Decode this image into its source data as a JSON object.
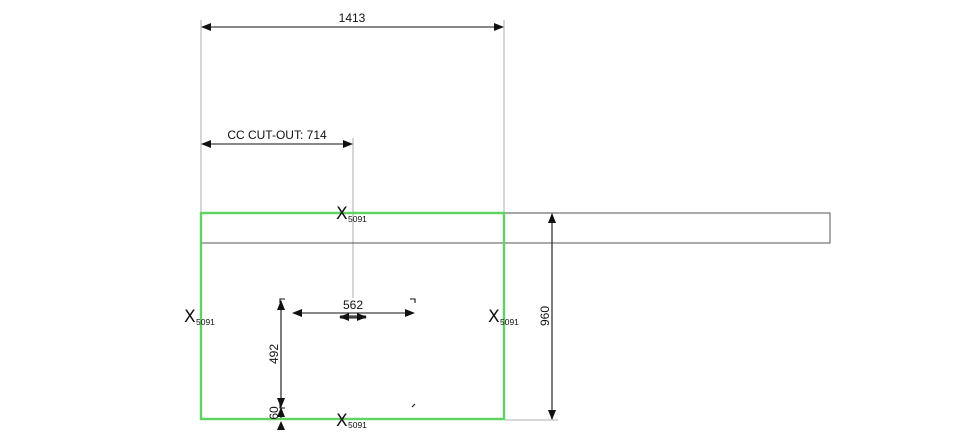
{
  "dimensions": {
    "overall_width": "1413",
    "cc_cutout": "CC CUT-OUT: 714",
    "cutout_width": "562",
    "cutout_depth": "492",
    "front_offset": "60",
    "depth": "960"
  },
  "edges": {
    "symbol": "X",
    "code": "5091"
  },
  "colors": {
    "worktop_outline": "#5fd35f",
    "dimension_line": "#111111",
    "extension_line": "#9a9a9a",
    "background": "#ffffff"
  }
}
